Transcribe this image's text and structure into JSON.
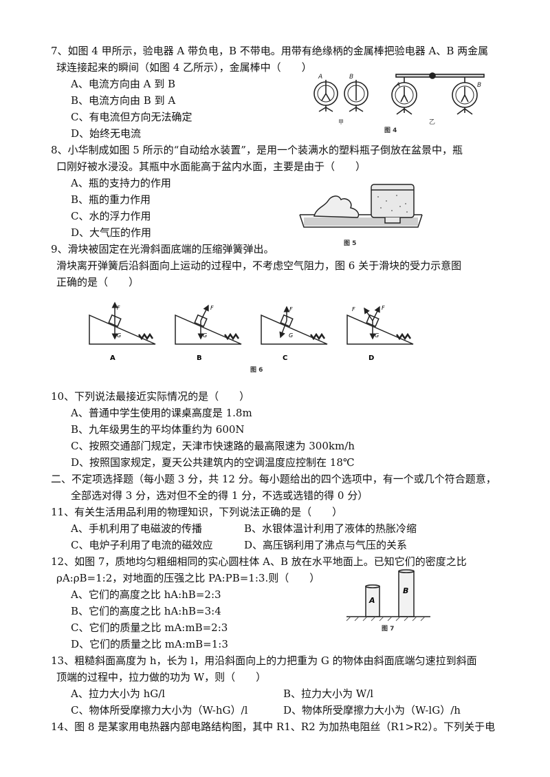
{
  "q7": {
    "line1": "7、如图 4 甲所示，验电器 A 带负电，B 不带电。用带有绝缘柄的金属棒把验电器 A、B 两金属",
    "line2": "球连接起来的瞬间（如图 4 乙所示），金属棒中（　　）",
    "options": [
      "A、电流方向由 A 到 B",
      "B、电流方向由 B 到 A",
      "C、有电流但方向无法确定",
      "D、始终无电流"
    ],
    "figure": {
      "label_a": "A",
      "label_b": "B",
      "label_jia": "甲",
      "label_yi": "乙",
      "caption": "图 4"
    }
  },
  "q8": {
    "line1": "8、小华制成如图 5 所示的“自动给水装置”，是用一个装满水的塑料瓶子倒放在盆景中，瓶",
    "line2": "口刚好被水浸没。其瓶中水面能高于盆内水面，主要是由于（　　）",
    "options": [
      "A、瓶的支持力的作用",
      "B、瓶的重力作用",
      "C、水的浮力作用",
      "D、大气压的作用"
    ],
    "figure": {
      "caption": "图 5"
    }
  },
  "q9": {
    "line1": "9、滑块被固定在光滑斜面底端的压缩弹簧弹出。",
    "line2": "滑块离开弹簧后沿斜面向上运动的过程中，不考虑空气阻力，图 6 关于滑块的受力示意图",
    "line3": "正确的是（　　）",
    "figure": {
      "panels": [
        "A",
        "B",
        "C",
        "D"
      ],
      "force_g": "G",
      "force_f": "F",
      "caption": "图 6"
    }
  },
  "q10": {
    "line1": "10、下列说法最接近实际情况的是（　　）",
    "options": [
      "A、普通中学生使用的课桌高度是 1.8m",
      "B、九年级男生的平均体重约为 600N",
      "C、按照交通部门规定，天津市快速路的最高限速为 300km/h",
      "D、按照国家规定，夏天公共建筑内的空调温度应控制在 18℃"
    ]
  },
  "section2": {
    "line1": "二、不定项选择题（每小题 3 分，共 12 分。每小题给出的四个选项中，有一个或几个符合题意，",
    "line2": "全部选对得 3 分，选对但不全的得 1 分，不选或选错的得 0 分）"
  },
  "q11": {
    "line1": "11、有关生活用品利用的物理知识，下列说法正确的是（　　）",
    "options": [
      "A、手机利用了电磁波的传播",
      "B、水银体温计利用了液体的热胀冷缩",
      "C、电炉子利用了电流的磁效应",
      "D、高压锅利用了沸点与气压的关系"
    ]
  },
  "q12": {
    "line1": "12、如图 7，质地均匀粗细相同的实心圆柱体 A、B 放在水平地面上。已知它们的密度之比",
    "line2": "ρA:ρB=1:2，对地面的压强之比 PA:PB=1:3.则（　　）",
    "options": [
      "A、它们的高度之比 hA:hB=2:3",
      "B、它们的高度之比 hA:hB=3:4",
      "C、它们的质量之比 mA:mB=2:3",
      "D、它们的质量之比 mA:mB=1:3"
    ],
    "figure": {
      "label_a": "A",
      "label_b": "B",
      "caption": "图 7"
    }
  },
  "q13": {
    "line1": "13、粗糙斜面高度为 h，长为 l，用沿斜面向上的力把重为 G 的物体由斜面底端匀速拉到斜面",
    "line2": "顶端的过程中，拉力做的功为 W，则（　　）",
    "options": [
      "A、拉力大小为 hG/l",
      "B、拉力大小为 W/l",
      "C、物体所受摩擦力大小为（W-hG）/l",
      "D、物体所受摩擦力大小为（W-lG）/h"
    ]
  },
  "q14": {
    "line1": "14、图 8 是某家用电热器内部电路结构图，其中 R1、R2 为加热电阻丝（R1>R2）。下列关于电"
  }
}
